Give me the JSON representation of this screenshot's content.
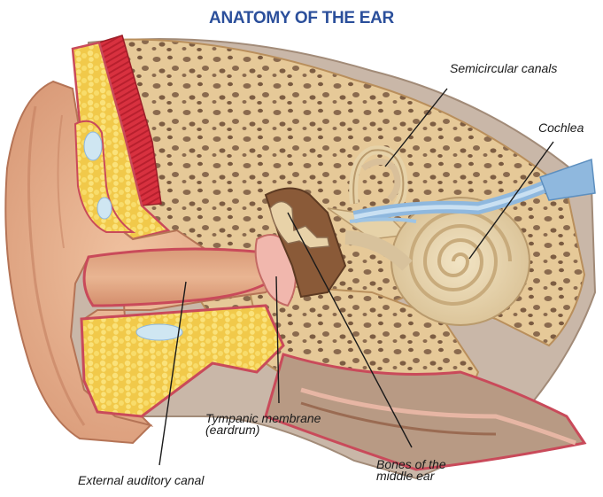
{
  "title": "ANATOMY OF THE EAR",
  "labels": {
    "semicircular_canals": "Semicircular canals",
    "cochlea": "Cochlea",
    "tympanic_line1": "Tympanic membrane",
    "tympanic_line2": "(eardrum)",
    "bones_line1": "Bones of the",
    "bones_line2": "middle ear",
    "external_canal": "External auditory canal"
  },
  "colors": {
    "title": "#2b4f9b",
    "skin": "#e0a886",
    "bone": "#e6c998",
    "fat": "#f4d451",
    "muscle": "#d8313f",
    "nerve": "#8fb8de",
    "cartilage_edge": "#c94a5a"
  }
}
